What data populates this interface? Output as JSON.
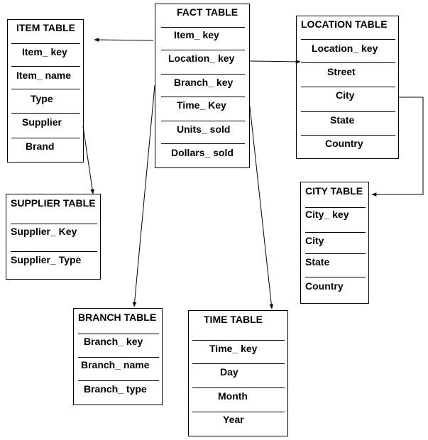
{
  "fact": {
    "title": "FACT TABLE",
    "fields": [
      "Item_ key",
      "Location_ key",
      "Branch_ key",
      "Time_ Key",
      "Units_ sold",
      "Dollars_ sold"
    ]
  },
  "item": {
    "title": "ITEM TABLE",
    "fields": [
      "Item_ key",
      "Item_ name",
      "Type",
      "Supplier",
      "Brand"
    ]
  },
  "supplier": {
    "title": "SUPPLIER TABLE",
    "fields": [
      "Supplier_ Key",
      "Supplier_ Type"
    ]
  },
  "location": {
    "title": "LOCATION  TABLE",
    "fields": [
      "Location_ key",
      "Street",
      "City",
      "State",
      "Country"
    ]
  },
  "city": {
    "title": "CITY TABLE",
    "fields": [
      "City_ key",
      "City",
      "State",
      "Country"
    ]
  },
  "branch": {
    "title": "BRANCH TABLE",
    "fields": [
      "Branch_ key",
      "Branch_ name",
      "Branch_ type"
    ]
  },
  "time": {
    "title": "TIME TABLE",
    "fields": [
      "Time_ key",
      "Day",
      "Month",
      "Year"
    ]
  }
}
